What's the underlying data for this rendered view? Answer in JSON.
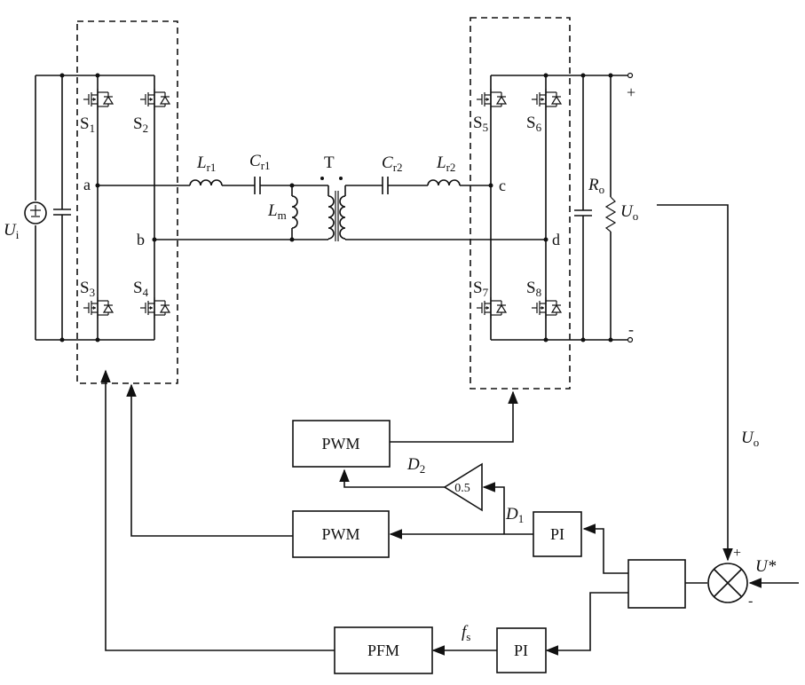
{
  "switches": {
    "s1": {
      "main": "S",
      "sub": "1"
    },
    "s2": {
      "main": "S",
      "sub": "2"
    },
    "s3": {
      "main": "S",
      "sub": "3"
    },
    "s4": {
      "main": "S",
      "sub": "4"
    },
    "s5": {
      "main": "S",
      "sub": "5"
    },
    "s6": {
      "main": "S",
      "sub": "6"
    },
    "s7": {
      "main": "S",
      "sub": "7"
    },
    "s8": {
      "main": "S",
      "sub": "8"
    }
  },
  "nodes": {
    "a": "a",
    "b": "b",
    "c": "c",
    "d": "d"
  },
  "components": {
    "lr1": {
      "main": "L",
      "sub": "r1"
    },
    "cr1": {
      "main": "C",
      "sub": "r1"
    },
    "lm": {
      "main": "L",
      "sub": "m"
    },
    "transformer": "T",
    "cr2": {
      "main": "C",
      "sub": "r2"
    },
    "lr2": {
      "main": "L",
      "sub": "r2"
    },
    "ro": {
      "main": "R",
      "sub": "o"
    },
    "uo": {
      "main": "U",
      "sub": "o"
    },
    "ui": {
      "main": "U",
      "sub": "i"
    }
  },
  "output_terminals": {
    "plus": "+",
    "minus": "-"
  },
  "control": {
    "pwm_top": "PWM",
    "pwm_mid": "PWM",
    "pfm": "PFM",
    "pi_top": "PI",
    "pi_bottom": "PI",
    "gain": "0.5",
    "d2": {
      "main": "D",
      "sub": "2"
    },
    "d1": {
      "main": "D",
      "sub": "1"
    },
    "fs": {
      "main": "f",
      "sub": "s"
    },
    "uo_feedback": {
      "main": "U",
      "sub": "o"
    },
    "uref": "U*",
    "sum_plus": "+",
    "sum_minus": "-"
  }
}
